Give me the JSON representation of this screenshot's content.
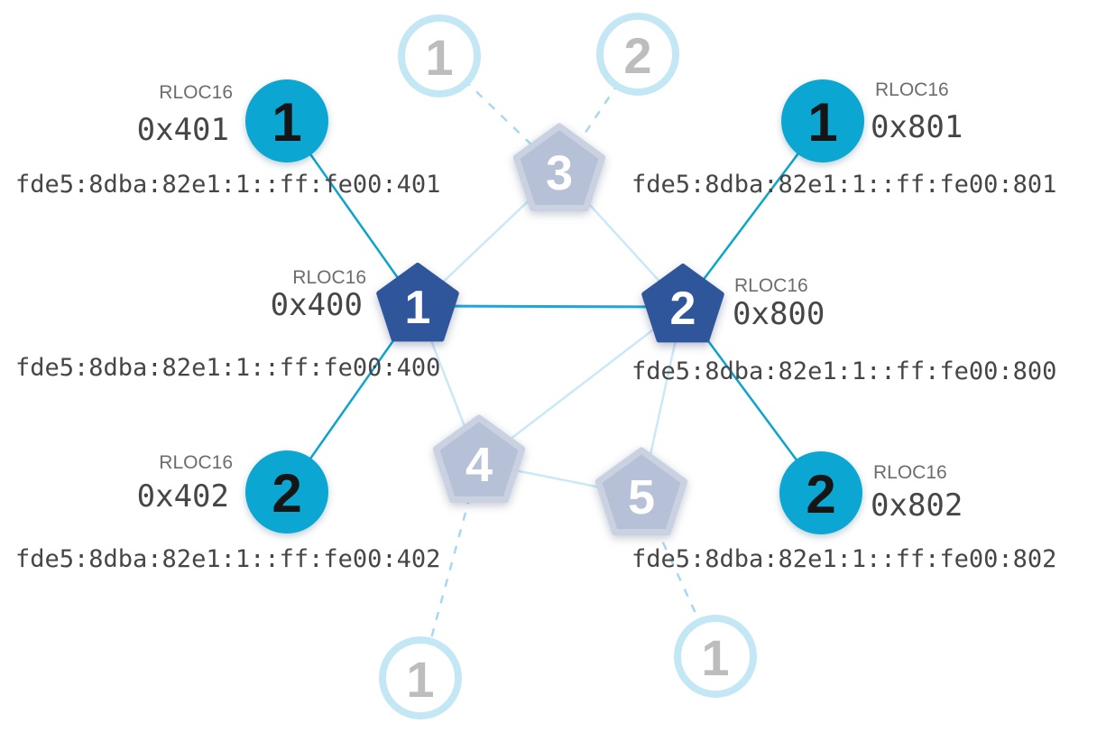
{
  "colors": {
    "child_node": "#0ba6d2",
    "router_node": "#2f569b",
    "ghost_pentagon_fill": "#b6c0d6",
    "ghost_pentagon_stroke": "#cad2e2",
    "ghost_circle_stroke": "#c3e7f5",
    "ghost_number": "#bdbdbd",
    "router_link": "#1ca7dc",
    "child_link": "#0ba4cf",
    "faint_link": "#c9e9f8",
    "dashed_link": "#a8d8ef",
    "label_gray": "#6d6d6d",
    "text_dark": "#464646"
  },
  "nodes": {
    "router_1": {
      "number": "1",
      "rloc_label": "RLOC16",
      "rloc16": "0x400",
      "ipv6": "fde5:8dba:82e1:1::ff:fe00:400"
    },
    "router_2": {
      "number": "2",
      "rloc_label": "RLOC16",
      "rloc16": "0x800",
      "ipv6": "fde5:8dba:82e1:1::ff:fe00:800"
    },
    "router_3": {
      "number": "3"
    },
    "router_4": {
      "number": "4"
    },
    "router_5": {
      "number": "5"
    },
    "child_1_left": {
      "number": "1",
      "rloc_label": "RLOC16",
      "rloc16": "0x401",
      "ipv6": "fde5:8dba:82e1:1::ff:fe00:401"
    },
    "child_2_left": {
      "number": "2",
      "rloc_label": "RLOC16",
      "rloc16": "0x402",
      "ipv6": "fde5:8dba:82e1:1::ff:fe00:402"
    },
    "child_1_right": {
      "number": "1",
      "rloc_label": "RLOC16",
      "rloc16": "0x801",
      "ipv6": "fde5:8dba:82e1:1::ff:fe00:801"
    },
    "child_2_right": {
      "number": "2",
      "rloc_label": "RLOC16",
      "rloc16": "0x802",
      "ipv6": "fde5:8dba:82e1:1::ff:fe00:802"
    },
    "ghost_top_1": {
      "number": "1"
    },
    "ghost_top_2": {
      "number": "2"
    },
    "ghost_bottom_left": {
      "number": "1"
    },
    "ghost_bottom_right": {
      "number": "1"
    }
  }
}
